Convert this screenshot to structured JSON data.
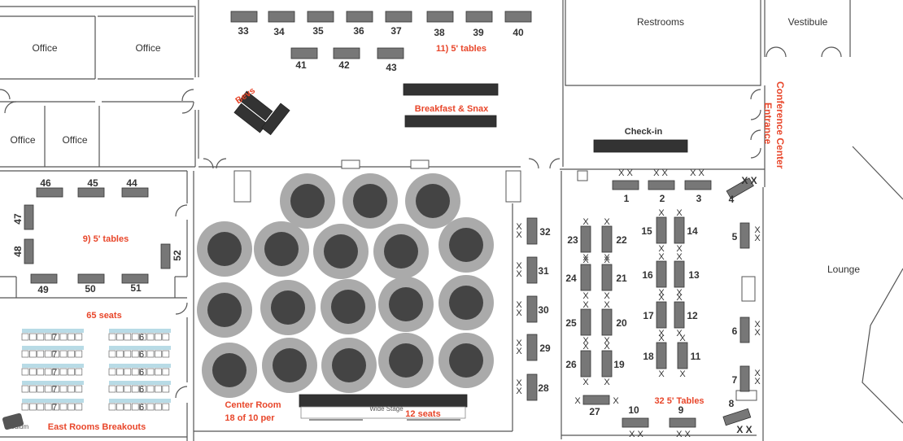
{
  "rooms": {
    "office_tl": "Office",
    "office_tc": "Office",
    "office_bl": "Office",
    "office_bc": "Office",
    "restrooms": "Restrooms",
    "vestibule": "Vestibule",
    "lounge": "Lounge",
    "conference_entrance_line1": "Conference Center",
    "conference_entrance_line2": "Entrance"
  },
  "labels": {
    "top_tables": "11) 5' tables",
    "left_tables": "9) 5' tables",
    "east_seats": "65 seats",
    "east_rooms": "East Rooms Breakouts",
    "center_room_line1": "Center Room",
    "center_room_line2": "18 of 10 per",
    "stage_seats": "12 seats",
    "right_tables": "32 5'  Tables",
    "bevs": "Bevs",
    "breakfast": "Breakfast & Snax",
    "checkin": "Check-in",
    "stage": "Wide Stage",
    "podium": "Podium"
  },
  "top_row_numbers": [
    "33",
    "34",
    "35",
    "36",
    "37",
    "38",
    "39",
    "40"
  ],
  "second_row_numbers": [
    "41",
    "42",
    "43"
  ],
  "left_room_numbers": [
    "44",
    "45",
    "46",
    "47",
    "48",
    "49",
    "50",
    "51",
    "52"
  ],
  "right_room_numbers": [
    "1",
    "2",
    "3",
    "4",
    "5",
    "6",
    "7",
    "8",
    "9",
    "10",
    "11",
    "12",
    "13",
    "14",
    "15",
    "16",
    "17",
    "18",
    "19",
    "20",
    "21",
    "22",
    "23",
    "24",
    "25",
    "26",
    "27",
    "28",
    "29",
    "30",
    "31",
    "32"
  ],
  "classroom_counts": {
    "left": "7",
    "right": "6"
  },
  "colors": {
    "accent": "#e8462a",
    "table": "#777777",
    "dark_table": "#333333",
    "round_outer": "#aaaaaa",
    "round_inner": "#444444",
    "classroom_band": "#b8dbe6"
  }
}
